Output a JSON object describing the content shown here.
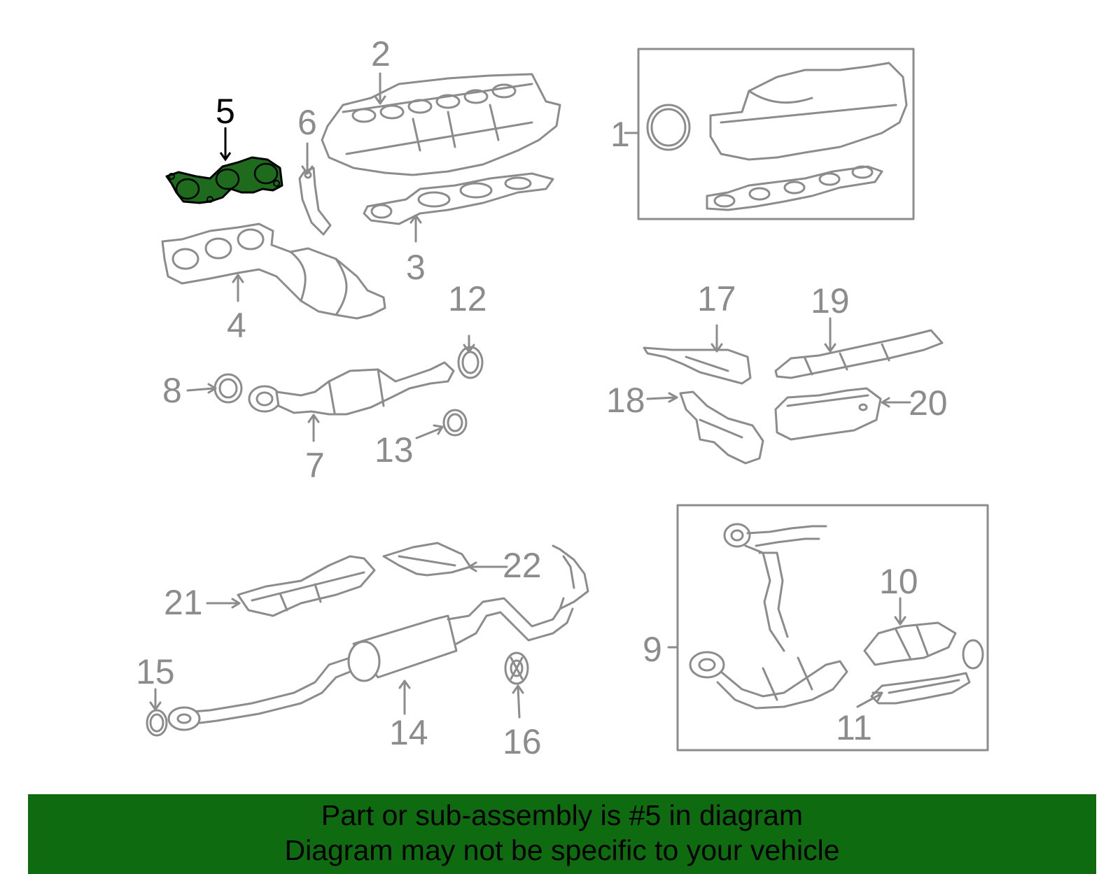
{
  "diagram": {
    "callouts": [
      {
        "id": "1",
        "text": "1"
      },
      {
        "id": "2",
        "text": "2"
      },
      {
        "id": "3",
        "text": "3"
      },
      {
        "id": "4",
        "text": "4"
      },
      {
        "id": "5",
        "text": "5"
      },
      {
        "id": "6",
        "text": "6"
      },
      {
        "id": "7",
        "text": "7"
      },
      {
        "id": "8",
        "text": "8"
      },
      {
        "id": "9",
        "text": "9"
      },
      {
        "id": "10",
        "text": "10"
      },
      {
        "id": "11",
        "text": "11"
      },
      {
        "id": "12",
        "text": "12"
      },
      {
        "id": "13",
        "text": "13"
      },
      {
        "id": "14",
        "text": "14"
      },
      {
        "id": "15",
        "text": "15"
      },
      {
        "id": "16",
        "text": "16"
      },
      {
        "id": "17",
        "text": "17"
      },
      {
        "id": "18",
        "text": "18"
      },
      {
        "id": "19",
        "text": "19"
      },
      {
        "id": "20",
        "text": "20"
      },
      {
        "id": "21",
        "text": "21"
      },
      {
        "id": "22",
        "text": "22"
      }
    ],
    "highlighted_part": "5",
    "highlight_color": "#1e6b1e",
    "line_color": "#8c8c8c"
  },
  "banner": {
    "line1": "Part or sub-assembly is #5 in diagram",
    "line2": "Diagram may not be specific to your vehicle",
    "background": "#0f6b0f"
  }
}
